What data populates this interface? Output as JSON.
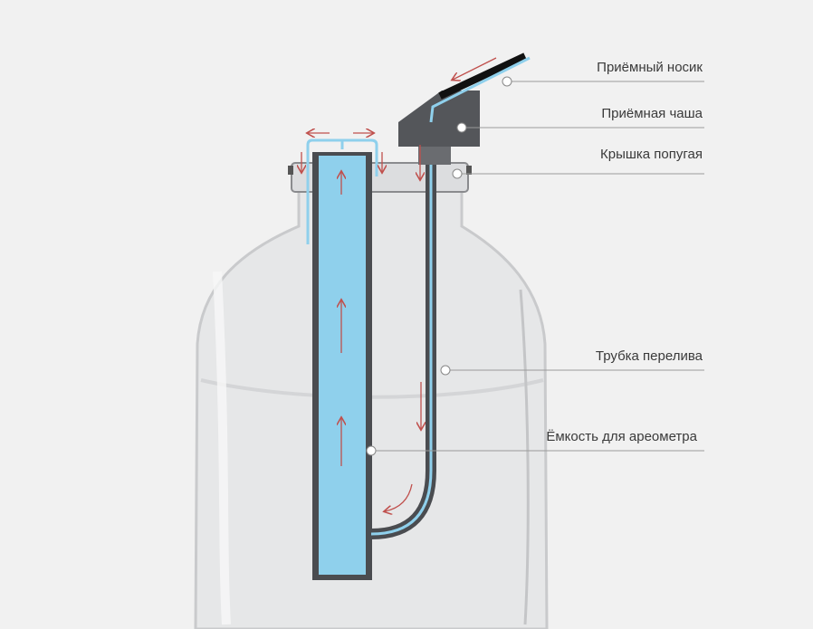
{
  "labels": {
    "spout": "Приёмный носик",
    "cup": "Приёмная чаша",
    "lid": "Крышка попугая",
    "overflow_tube": "Трубка перелива",
    "hydrometer_vessel": "Ёмкость для ареометра"
  },
  "colors": {
    "liquid": "#8fd0ec",
    "metal": "#4a4c50",
    "arrow": "#c0504d",
    "background": "#f1f1f1"
  }
}
